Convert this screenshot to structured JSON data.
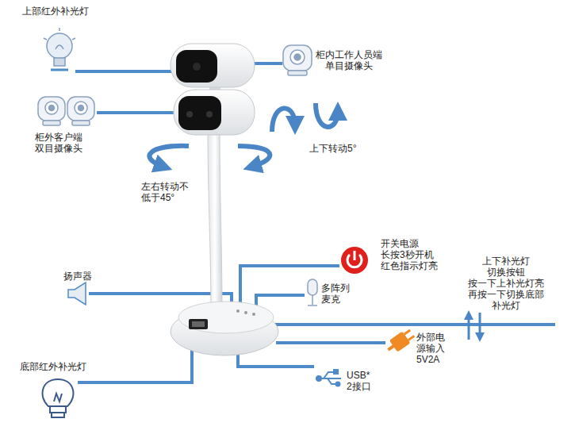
{
  "diagram": {
    "labels": [
      "上部红外补光灯",
      "柜内工作人员端 单目摄像头",
      "柜外客户端 双目摄像头",
      "上下转动5°",
      "左右转动不 低于45°",
      "开关电源 长按3秒开机 红色指示灯亮",
      "上下补光灯 切换按钮 按一下上补光灯亮 再按一下切换底部 补光灯",
      "多阵列 麦克",
      "扬声器",
      "外部电 源输入 5V2A",
      "USB* 2接口",
      "底部红外补光灯"
    ]
  }
}
